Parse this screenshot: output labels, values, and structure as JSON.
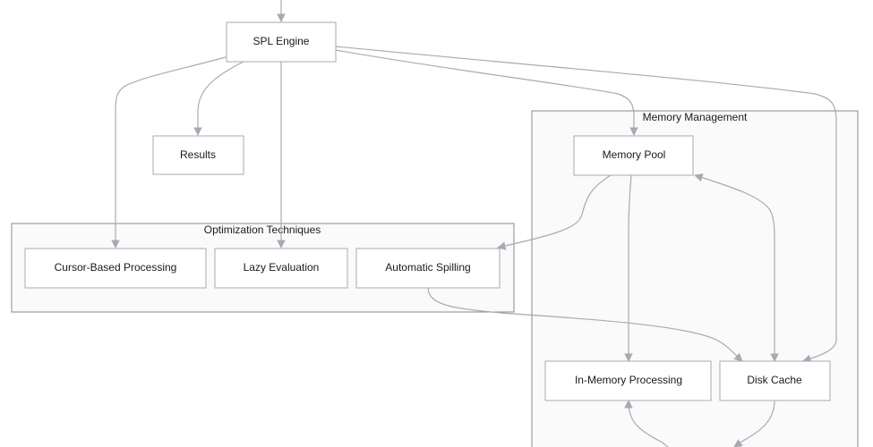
{
  "diagram": {
    "type": "flowchart",
    "clusters": {
      "optimization": "Optimization Techniques",
      "memory": "Memory Management"
    },
    "nodes": {
      "spl_engine": "SPL Engine",
      "results": "Results",
      "cursor": "Cursor-Based Processing",
      "lazy": "Lazy Evaluation",
      "spilling": "Automatic Spilling",
      "memory_pool": "Memory Pool",
      "in_memory": "In-Memory Processing",
      "disk_cache": "Disk Cache"
    },
    "edges": [
      {
        "from": "(above)",
        "to": "SPL Engine"
      },
      {
        "from": "SPL Engine",
        "to": "Results"
      },
      {
        "from": "SPL Engine",
        "to": "Cursor-Based Processing"
      },
      {
        "from": "SPL Engine",
        "to": "Lazy Evaluation"
      },
      {
        "from": "SPL Engine",
        "to": "Memory Pool"
      },
      {
        "from": "SPL Engine",
        "to": "Disk Cache"
      },
      {
        "from": "Memory Pool",
        "to": "Automatic Spilling"
      },
      {
        "from": "Memory Pool",
        "to": "In-Memory Processing"
      },
      {
        "from": "Memory Pool",
        "to": "Disk Cache",
        "bidirectional": true
      },
      {
        "from": "Automatic Spilling",
        "to": "Disk Cache"
      },
      {
        "from": "In-Memory Processing",
        "to": "(below)",
        "bidirectional": true
      },
      {
        "from": "Disk Cache",
        "to": "(below)"
      }
    ]
  }
}
